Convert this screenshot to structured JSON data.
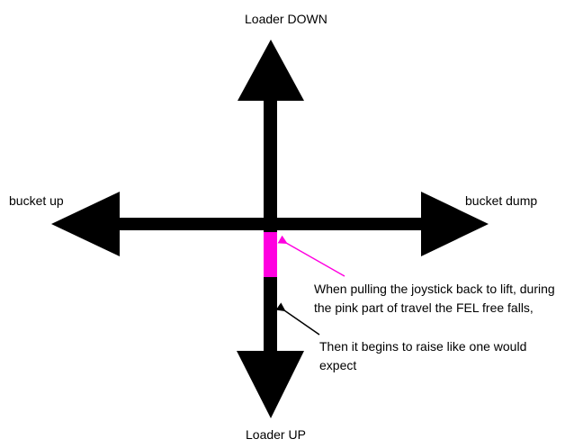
{
  "labels": {
    "top": "Loader DOWN",
    "bottom": "Loader UP",
    "left": "bucket up",
    "right": "bucket dump"
  },
  "notes": {
    "pink_line1": "When pulling the joystick back to lift, during",
    "pink_line2": "the pink part of travel the FEL free falls,",
    "black_line1": "Then it begins to raise like one would",
    "black_line2": "expect"
  },
  "colors": {
    "arrow": "#000000",
    "free_fall_segment": "#ff00e0",
    "pink_pointer": "#ff00e0",
    "black_pointer": "#000000"
  }
}
